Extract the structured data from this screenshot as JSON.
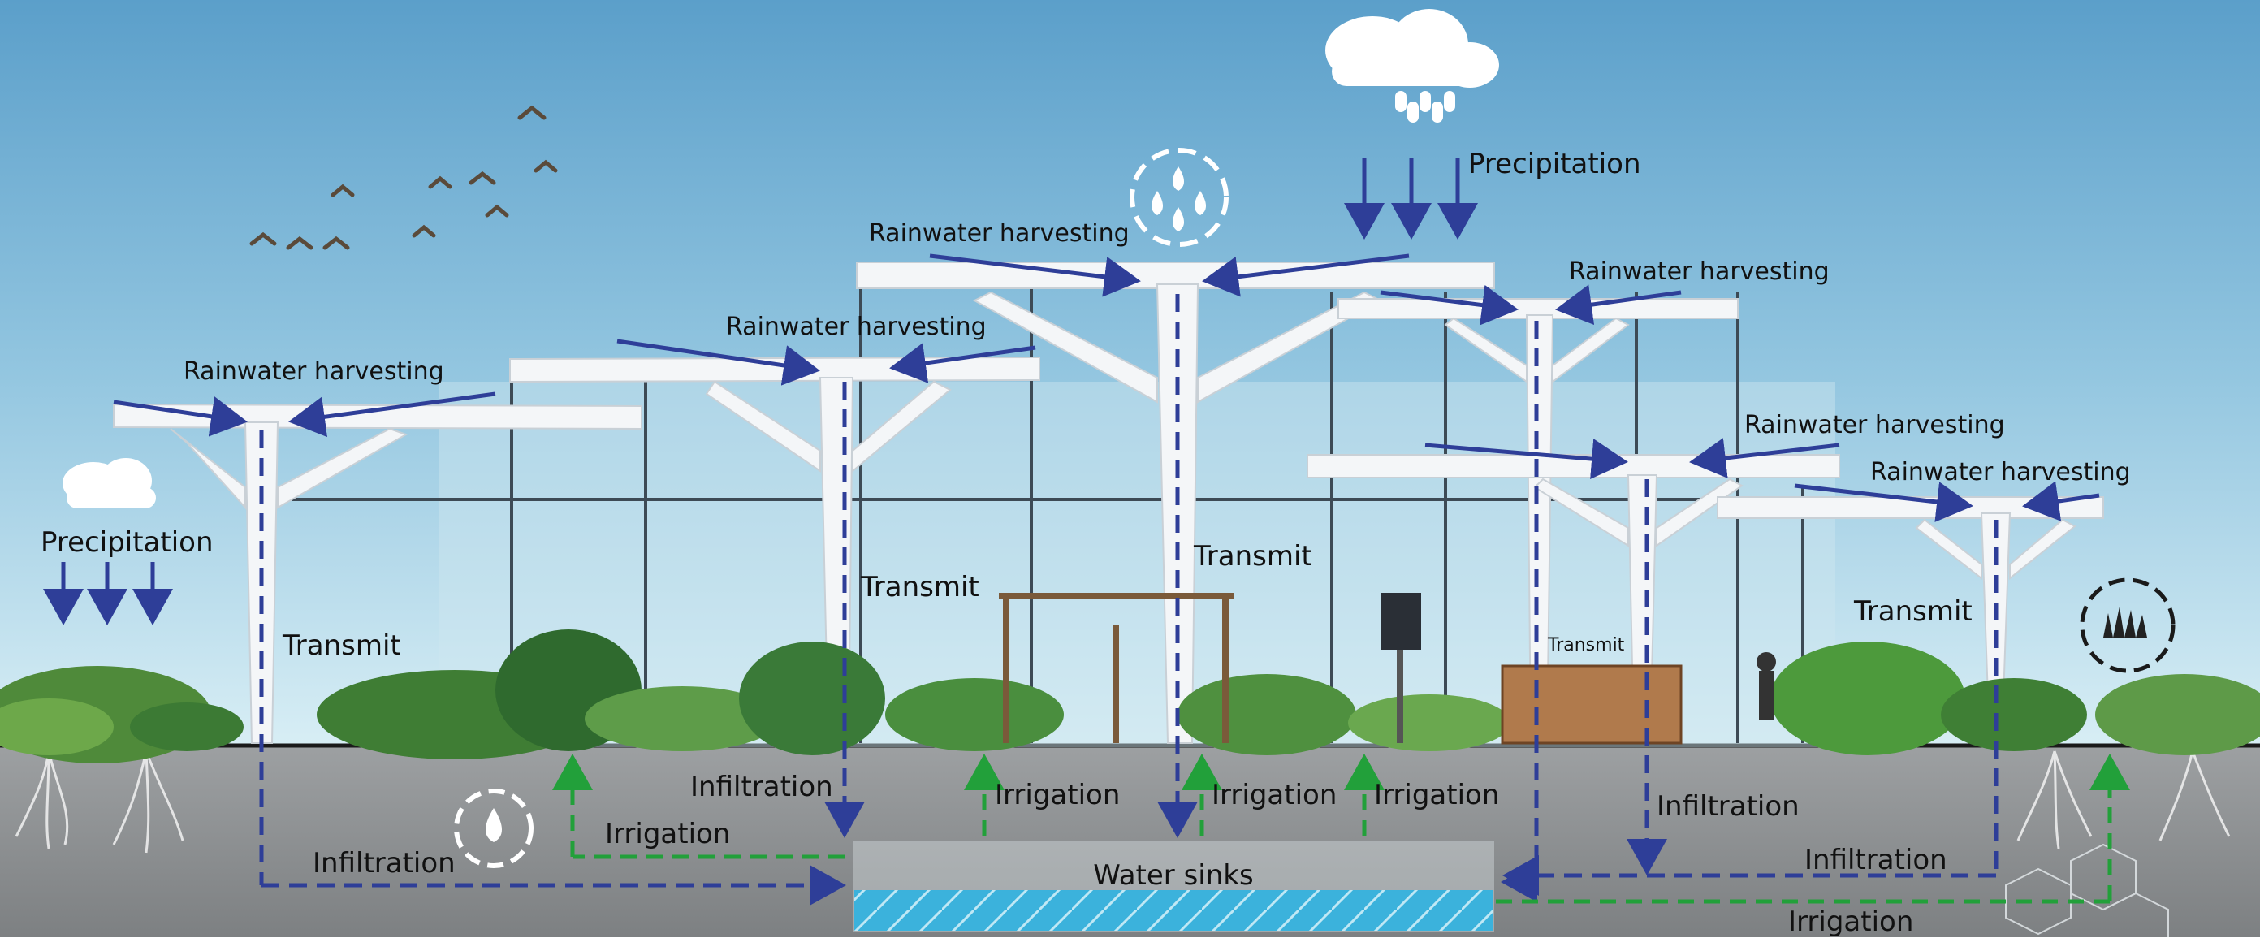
{
  "labels": {
    "precipitation_top": "Precipitation",
    "precipitation_left": "Precipitation",
    "rh_1": "Rainwater harvesting",
    "rh_2": "Rainwater harvesting",
    "rh_3": "Rainwater harvesting",
    "rh_4": "Rainwater harvesting",
    "rh_5": "Rainwater harvesting",
    "rh_6": "Rainwater harvesting",
    "transmit_1": "Transmit",
    "transmit_2": "Transmit",
    "transmit_3": "Transmit",
    "transmit_4": "Transmit",
    "transmit_5": "Transmit",
    "infiltration_1": "Infiltration",
    "infiltration_2": "Infiltration",
    "infiltration_3": "Infiltration",
    "infiltration_4": "Infiltration",
    "irrigation_1": "Irrigation",
    "irrigation_2": "Irrigation",
    "irrigation_3": "Irrigation",
    "irrigation_4": "Irrigation",
    "irrigation_5": "Irrigation",
    "water_sinks": "Water sinks"
  },
  "colors": {
    "flow_blue": "#2e3e98",
    "flow_green": "#22a03a",
    "sky_top": "#5a9ec9",
    "sky_bottom": "#d9eef6",
    "ground": "#8e9193",
    "water": "#2fa8d6"
  },
  "icons": [
    "cloud-rain-icon",
    "water-drops-icon",
    "water-drop-icon",
    "grass-icon",
    "birds-icon"
  ]
}
